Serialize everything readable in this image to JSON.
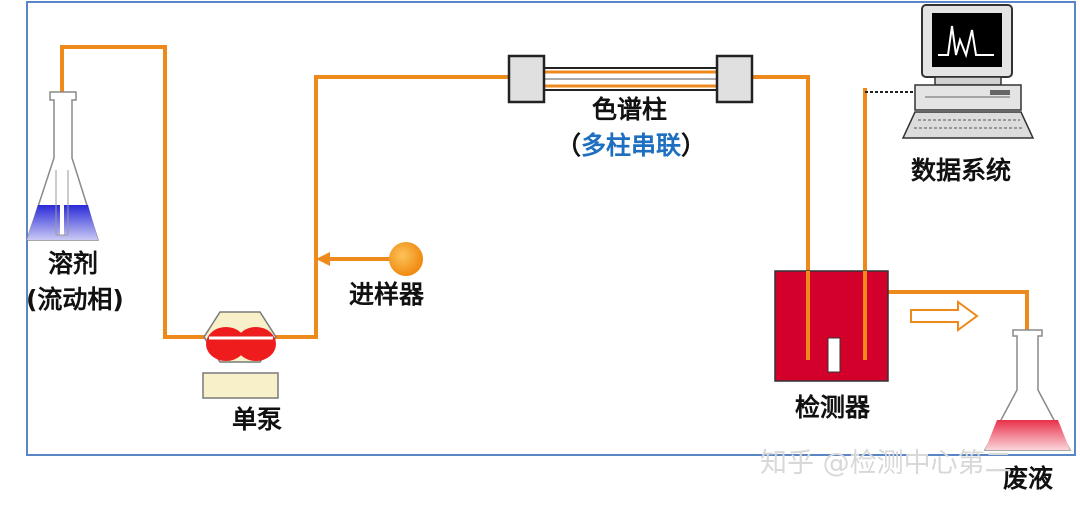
{
  "labels": {
    "solvent": "溶剂",
    "mobile_phase": "(流动相)",
    "pump": "单泵",
    "injector": "进样器",
    "column": "色谱柱",
    "column_note_open": "（",
    "column_note": "多柱串联",
    "column_note_close": "）",
    "data_system": "数据系统",
    "detector": "检测器",
    "waste": "废液"
  },
  "watermark": "知乎 @检测中心第二",
  "colors": {
    "tubing": "#ee8a1c",
    "frame": "#5a86c5",
    "pump_rotor": "#ee1c1c",
    "detector_body": "#d4002c",
    "solvent_liquid": "#2a2ad8",
    "waste_liquid": "#e8304a",
    "injector_ball": "#f7a11a",
    "note_text": "#1f6fc0"
  },
  "icons": [
    "solvent-flask-icon",
    "pump-icon",
    "injector-icon",
    "column-icon",
    "detector-icon",
    "computer-icon",
    "flow-arrow-icon",
    "waste-flask-icon"
  ]
}
